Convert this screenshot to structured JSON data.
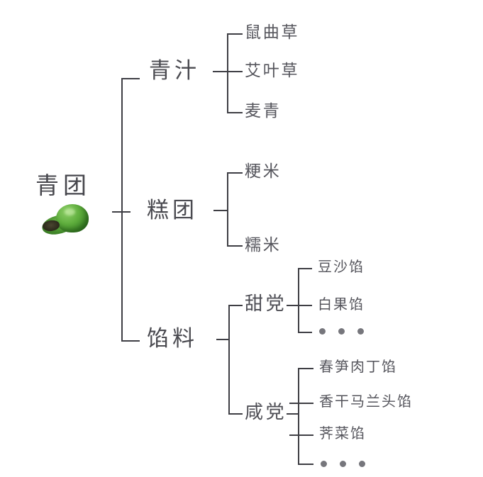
{
  "diagram": {
    "title": "青团",
    "root": {
      "label": "青团",
      "icon": "green-rice-ball-photo"
    },
    "branches": [
      {
        "label": "青汁",
        "children": [
          {
            "label": "鼠曲草"
          },
          {
            "label": "艾叶草"
          },
          {
            "label": "麦青"
          }
        ]
      },
      {
        "label": "糕团",
        "children": [
          {
            "label": "粳米"
          },
          {
            "label": "糯米"
          }
        ]
      },
      {
        "label": "馅料",
        "subgroups": [
          {
            "label": "甜党",
            "children": [
              {
                "label": "豆沙馅"
              },
              {
                "label": "白果馅"
              },
              {
                "label": "…",
                "type": "ellipsis"
              }
            ]
          },
          {
            "label": "咸党",
            "children": [
              {
                "label": "春笋肉丁馅"
              },
              {
                "label": "香干马兰头馅"
              },
              {
                "label": "荠菜馅"
              },
              {
                "label": "…",
                "type": "ellipsis"
              }
            ]
          }
        ]
      }
    ]
  },
  "colors": {
    "background": "#ffffff",
    "line": "#3e3e44",
    "text": "#4c4c52",
    "dot": "#76767c",
    "ball_green": "#5fae3d"
  }
}
